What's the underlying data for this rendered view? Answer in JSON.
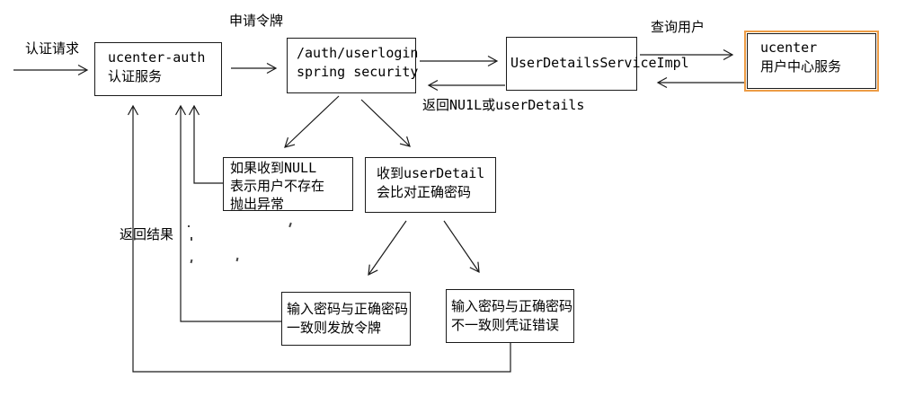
{
  "diagram": {
    "nodes": {
      "ucenter_auth": {
        "text": "ucenter-auth\n认证服务"
      },
      "auth_userlogin": {
        "text": "/auth/userlogin\nspring security"
      },
      "user_details_service": {
        "text": "UserDetailsServiceImpl"
      },
      "ucenter_service": {
        "text": "ucenter\n用户中心服务"
      },
      "null_user_not_exist": {
        "text": "如果收到NULL\n表示用户不存在\n抛出异常"
      },
      "received_userdetail": {
        "text": "收到userDetail\n会比对正确密码"
      },
      "password_match": {
        "text": "输入密码与正确密码\n一致则发放令牌"
      },
      "password_mismatch": {
        "text": "输入密码与正确密码\n不一致则凭证错误"
      }
    },
    "edge_labels": {
      "auth_request": "认证请求",
      "apply_token": "申请令牌",
      "query_user": "查询用户",
      "return_null_or_userdetails": "返回NU1L或userDetails",
      "return_result": "返回结果"
    },
    "colors": {
      "line": "#1a1a1a",
      "highlight_border": "#ed9c45",
      "background": "#ffffff"
    }
  }
}
